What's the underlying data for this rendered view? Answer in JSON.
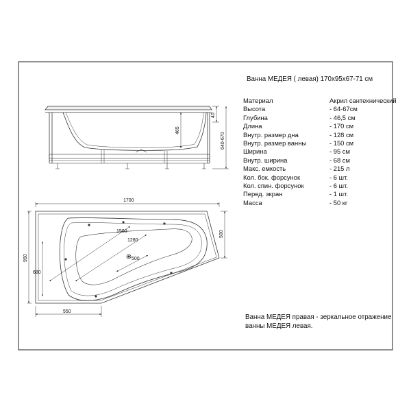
{
  "title": "Ванна МЕДЕЯ  ( левая)   170х95х67-71 см",
  "specs": [
    {
      "label": "Материал",
      "value": "Акрил сантехнический"
    },
    {
      "label": "Высота",
      "value": "- 64-67см"
    },
    {
      "label": "Глубина",
      "value": "- 46,5 см"
    },
    {
      "label": "Длина",
      "value": "- 170 см"
    },
    {
      "label": "Внутр. размер дна",
      "value": "- 128 см"
    },
    {
      "label": "Внутр. размер ванны",
      "value": "- 150 см"
    },
    {
      "label": "Ширина",
      "value": "- 95 см"
    },
    {
      "label": "Внутр. ширина",
      "value": "- 68 см"
    },
    {
      "label": "Макс. емкость",
      "value": "- 215  л"
    },
    {
      "label": "Кол. бок. форсунок",
      "value": "- 6 шт."
    },
    {
      "label": "Кол. спин. форсунок",
      "value": "- 6 шт."
    },
    {
      "label": "Перед. экран",
      "value": "- 1 шт."
    },
    {
      "label": "Масса",
      "value": "- 50 кг"
    }
  ],
  "note": "Ванна МЕДЕЯ правая - зеркальное отражение ванны  МЕДЕЯ левая.",
  "dimensions": {
    "side_depth": "465",
    "side_rim": "40",
    "side_height": "640-670",
    "top_length": "1700",
    "top_width": "950",
    "top_right_side": "500",
    "top_inner_length": "1500",
    "top_bottom_length": "1280",
    "top_inner_radius": "500",
    "top_left_inner": "680",
    "top_bottom_short": "550"
  }
}
